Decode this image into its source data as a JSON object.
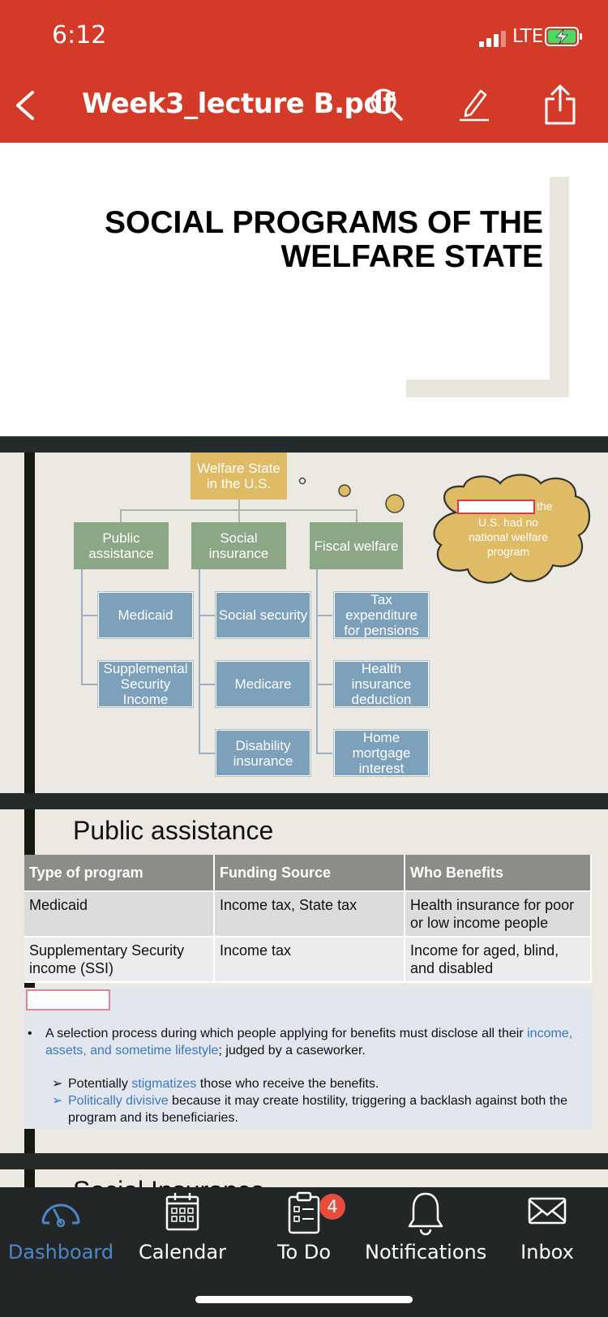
{
  "status_bar": {
    "time": "6:12",
    "network": "LTE"
  },
  "nav": {
    "title": "Week3_lecture B.pdf"
  },
  "slide1": {
    "title_line1": "SOCIAL PROGRAMS OF THE",
    "title_line2": "WELFARE STATE"
  },
  "slide2": {
    "root": [
      "Welfare State",
      "in the U.S."
    ],
    "cloud": {
      "visible_text": [
        "the",
        "U.S. had no",
        "national welfare",
        "program"
      ]
    },
    "branches": [
      {
        "label": [
          "Public",
          "assistance"
        ],
        "items": [
          [
            "Medicaid"
          ],
          [
            "Supplemental",
            "Security",
            "Income"
          ]
        ]
      },
      {
        "label": [
          "Social",
          "insurance"
        ],
        "items": [
          [
            "Social security"
          ],
          [
            "Medicare"
          ],
          [
            "Disability",
            "insurance"
          ]
        ]
      },
      {
        "label": [
          "Fiscal welfare"
        ],
        "items": [
          [
            "Tax",
            "expenditure",
            "for pensions"
          ],
          [
            "Health",
            "insurance",
            "deduction"
          ],
          [
            "Home",
            "mortgage",
            "interest"
          ]
        ]
      }
    ]
  },
  "slide3": {
    "heading": "Public assistance",
    "columns": [
      "Type of program",
      "Funding Source",
      "Who Benefits"
    ],
    "rows": [
      [
        "Medicaid",
        "Income tax, State tax",
        "Health insurance for poor or low income people"
      ],
      [
        "Supplementary Security income (SSI)",
        "Income tax",
        "Income for aged, blind, and disabled"
      ]
    ],
    "bullet": {
      "pre": "A selection process during which people applying for benefits must disclose all their ",
      "highlight": "income, assets, and sometime lifestyle",
      "post": "; judged by a caseworker."
    },
    "sub1": {
      "pre": "Potentially ",
      "highlight": "stigmatizes",
      "post": " those who receive the benefits."
    },
    "sub2": {
      "highlight": "Politically divisive",
      "post": " because it may create hostility, triggering a backlash against both the program and its beneficiaries."
    }
  },
  "slide4": {
    "heading_partial": "Social Insurance"
  },
  "tabbar": {
    "tabs": [
      {
        "label": "Dashboard",
        "icon": "dashboard-gauge-icon",
        "active": true
      },
      {
        "label": "Calendar",
        "icon": "calendar-icon",
        "active": false
      },
      {
        "label": "To Do",
        "icon": "todo-clipboard-icon",
        "active": false,
        "badge": "4"
      },
      {
        "label": "Notifications",
        "icon": "bell-icon",
        "active": false
      },
      {
        "label": "Inbox",
        "icon": "envelope-icon",
        "active": false
      }
    ],
    "active_color": "#4d87c4"
  }
}
